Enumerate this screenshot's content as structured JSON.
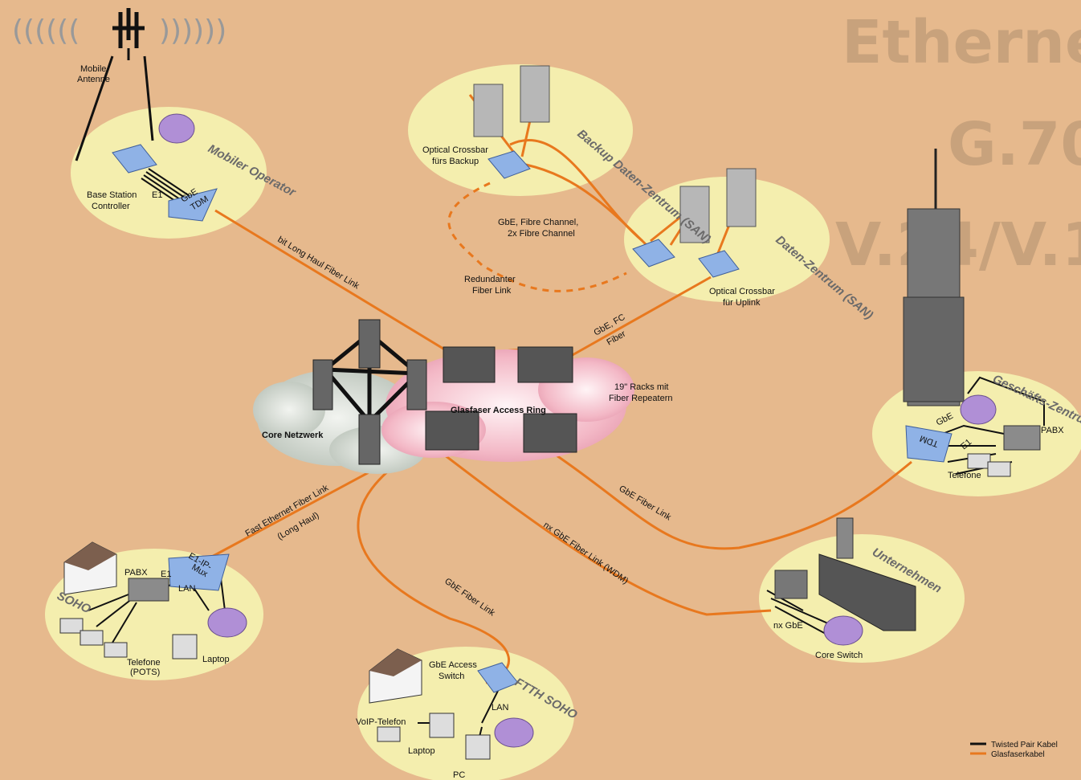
{
  "background_titles": [
    "Etherne",
    "G.70",
    "V.24/V.1"
  ],
  "zones": {
    "mobile": "Mobiler Operator",
    "backup": "Backup Daten-Zentrum (SAN)",
    "datacenter": "Daten-Zentrum (SAN)",
    "business": "Geschäfts-Zentrum",
    "company": "Unternehmen",
    "soho": "SOHO",
    "ftth": "FTTH SOHO"
  },
  "labels": {
    "mobile_antenna_1": "Mobile",
    "mobile_antenna_2": "Antenne",
    "bsc_1": "Base Station",
    "bsc_2": "Controller",
    "e1": "E1",
    "gbe": "GbE",
    "tdm": "TDM",
    "crossbar_backup_1": "Optical Crossbar",
    "crossbar_backup_2": "fürs Backup",
    "crossbar_uplink_1": "Optical Crossbar",
    "crossbar_uplink_2": "für Uplink",
    "gbe_fc_1": "GbE, Fibre Channel,",
    "gbe_fc_2": "2x Fibre Channel",
    "redundant_1": "Redundanter",
    "redundant_2": "Fiber Link",
    "long_haul": "bit Long Haul Fiber Link",
    "gbe_fc_link": "GbE, FC",
    "fiber_link_short": "Fiber",
    "racks_1": "19\" Racks mit",
    "racks_2": "Fiber Repeatern",
    "ring": "Glasfaser Access Ring",
    "core": "Core Netzwerk",
    "pabx": "PABX",
    "telefone": "Telefone",
    "gbe_fiber_link": "GbE Fiber Link",
    "nx_gbe_link": "nx GbE Fiber Link (WDM)",
    "fast_eth_1": "Fast Ethernet Fiber Link",
    "fast_eth_2": "(Long Haul)",
    "e1_ip_1": "E1-IP-",
    "e1_ip_2": "Mux",
    "lan": "LAN",
    "laptop": "Laptop",
    "telefone_pots_1": "Telefone",
    "telefone_pots_2": "(POTS)",
    "nx_gbe": "nx GbE",
    "core_switch": "Core Switch",
    "gbe_access_1": "GbE Access",
    "gbe_access_2": "Switch",
    "voip": "VoIP-Telefon",
    "pc": "PC"
  },
  "legend": {
    "twisted_pair": "Twisted Pair Kabel",
    "fiber": "Glasfaserkabel"
  },
  "colors": {
    "background": "#e6b98d",
    "fiber": "#e8781e",
    "twisted": "#111111",
    "zone_fill": "#f4eeae",
    "device_blue": "#8fb2e6",
    "router_purple": "#b08fd6"
  }
}
